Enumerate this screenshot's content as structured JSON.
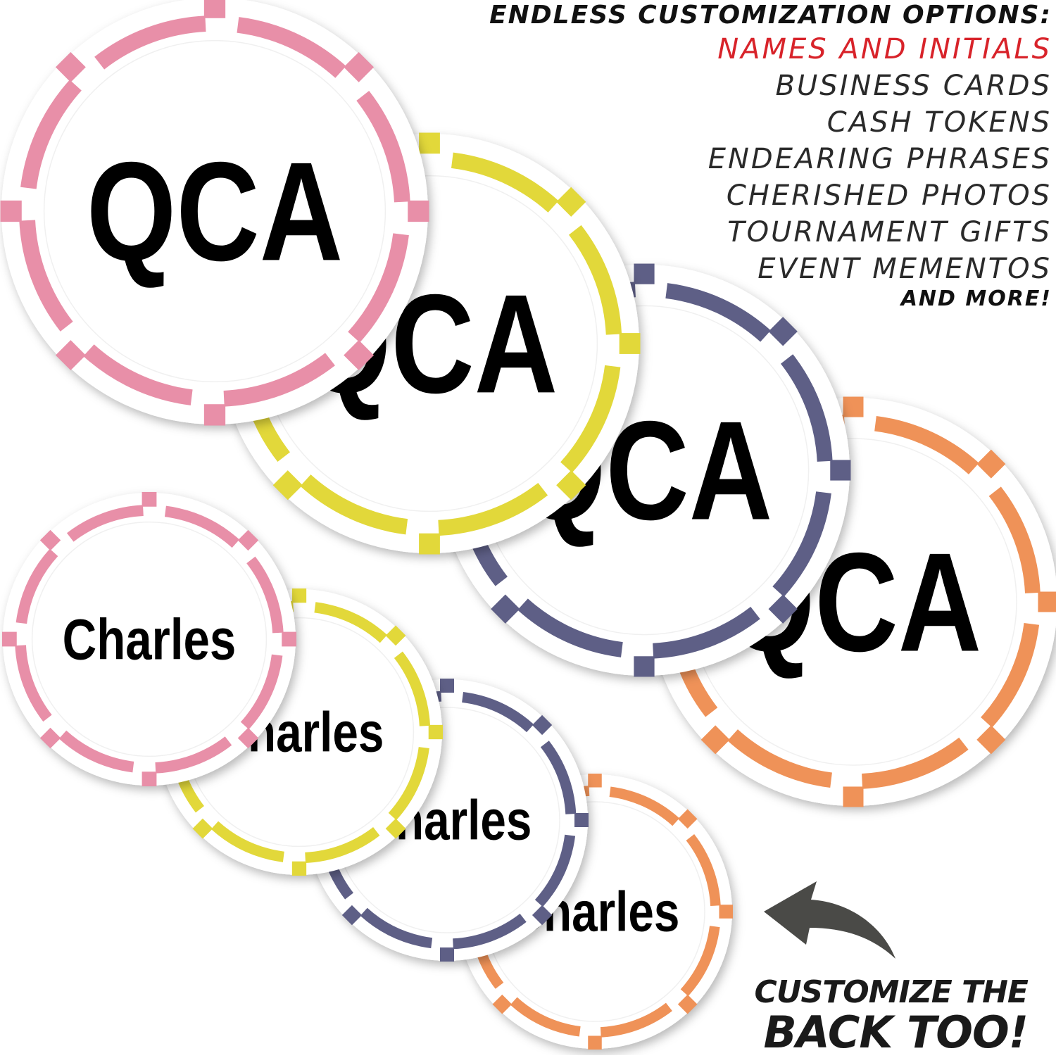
{
  "options": {
    "heading": "ENDLESS CUSTOMIZATION OPTIONS:",
    "items": [
      {
        "label": "NAMES AND INITIALS",
        "highlight": true
      },
      {
        "label": "BUSINESS CARDS",
        "highlight": false
      },
      {
        "label": "CASH TOKENS",
        "highlight": false
      },
      {
        "label": "ENDEARING PHRASES",
        "highlight": false
      },
      {
        "label": "CHERISHED PHOTOS",
        "highlight": false
      },
      {
        "label": "TOURNAMENT GIFTS",
        "highlight": false
      },
      {
        "label": "EVENT MEMENTOS",
        "highlight": false
      }
    ],
    "more": "AND MORE!"
  },
  "back_note": {
    "line1": "CUSTOMIZE THE",
    "line2": "BACK TOO!"
  },
  "colors": {
    "pink": "#e88fa8",
    "yellow": "#e2d83a",
    "navy": "#5e5f86",
    "orange": "#ef9258",
    "highlight": "#d8232a",
    "arrow": "#4a4a47"
  },
  "chips": [
    {
      "id": "qca-pink",
      "text": "QCA",
      "color": "pink"
    },
    {
      "id": "qca-yellow",
      "text": "QCA",
      "color": "yellow"
    },
    {
      "id": "qca-navy",
      "text": "QCA",
      "color": "navy"
    },
    {
      "id": "qca-orange",
      "text": "QCA",
      "color": "orange"
    },
    {
      "id": "charles-pink",
      "text": "Charles",
      "color": "pink"
    },
    {
      "id": "charles-yellow",
      "text": "Charles",
      "color": "yellow"
    },
    {
      "id": "charles-navy",
      "text": "Charles",
      "color": "navy"
    },
    {
      "id": "charles-orange",
      "text": "Charles",
      "color": "orange"
    }
  ]
}
